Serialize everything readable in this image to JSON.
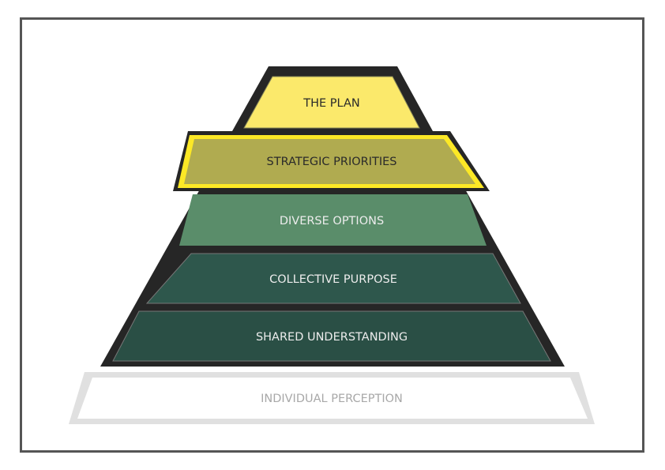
{
  "diagram": {
    "levels": [
      {
        "label": "THE PLAN",
        "fill": "#fbe96b",
        "text_color": "#2a2a2a"
      },
      {
        "label": "STRATEGIC PRIORITIES",
        "fill": "#b0ab50",
        "text_color": "#2a2a2a",
        "highlight": "#fce826"
      },
      {
        "label": "DIVERSE OPTIONS",
        "fill": "#5a8d6a",
        "text_color": "#ececec"
      },
      {
        "label": "COLLECTIVE PURPOSE",
        "fill": "#2e574c",
        "text_color": "#ececec"
      },
      {
        "label": "SHARED UNDERSTANDING",
        "fill": "#2a4f45",
        "text_color": "#ececec"
      },
      {
        "label": "INDIVIDUAL PERCEPTION",
        "fill": "#ffffff",
        "text_color": "#a8a8a8"
      }
    ],
    "outline_color": "#262626"
  }
}
